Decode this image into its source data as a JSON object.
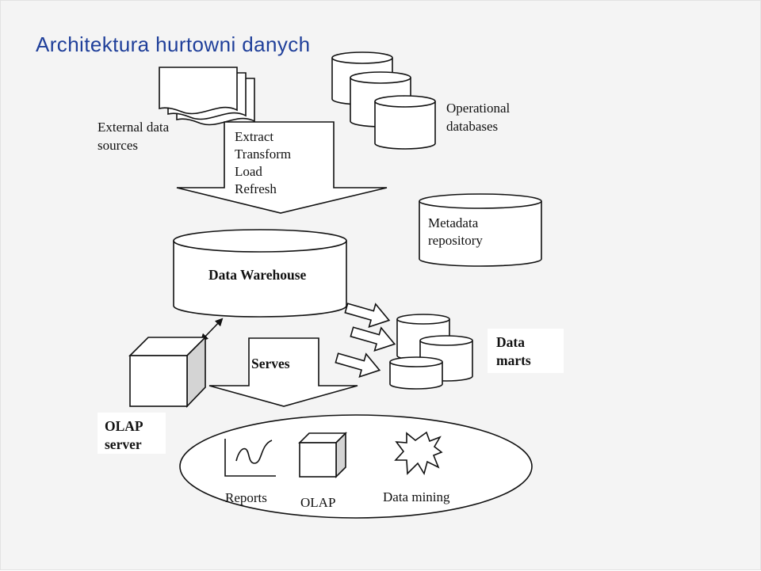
{
  "title": "Architektura hurtowni danych",
  "labels": {
    "external_line1": "External data",
    "external_line2": "sources",
    "etl_line1": "Extract",
    "etl_line2": "Transform",
    "etl_line3": "Load",
    "etl_line4": "Refresh",
    "operational_line1": "Operational",
    "operational_line2": "databases",
    "metadata_line1": "Metadata",
    "metadata_line2": "repository",
    "warehouse": "Data Warehouse",
    "serves": "Serves",
    "datamarts_line1": "Data",
    "datamarts_line2": "marts",
    "olap_server_line1": "OLAP",
    "olap_server_line2": "server",
    "reports": "Reports",
    "olap": "OLAP",
    "data_mining": "Data mining"
  }
}
